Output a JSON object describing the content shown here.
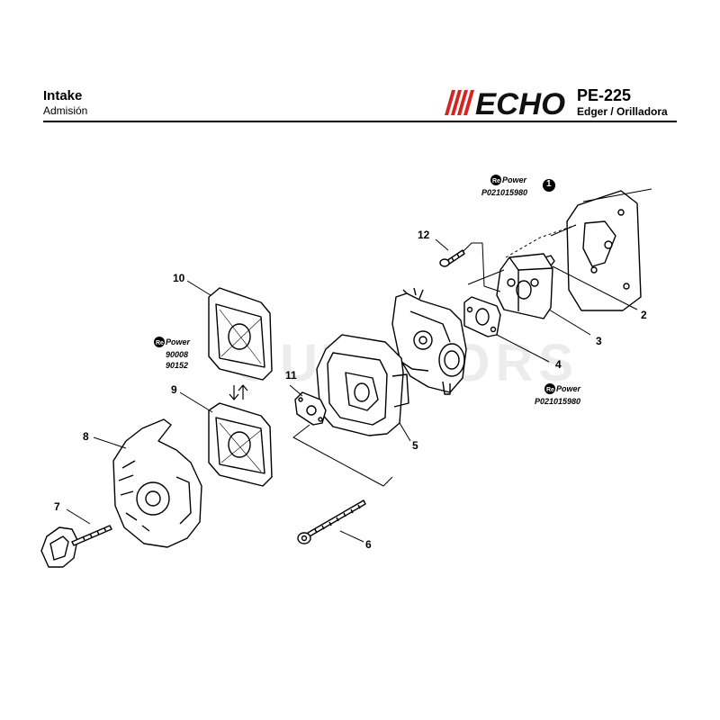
{
  "header": {
    "title": "Intake",
    "subtitle": "Admisión",
    "brand": "ECHO",
    "model": "PE-225",
    "description": "Edger / Orilladora"
  },
  "watermark": "OUTDOORS",
  "repower_badges": [
    {
      "label": "Power",
      "prefix": "Re",
      "part_numbers": [
        "P021015980"
      ]
    },
    {
      "label": "Power",
      "prefix": "Re",
      "part_numbers": [
        "90008",
        "90152"
      ]
    },
    {
      "label": "Power",
      "prefix": "Re",
      "part_numbers": [
        "P021015980"
      ]
    }
  ],
  "callouts": [
    "1",
    "2",
    "3",
    "4",
    "5",
    "6",
    "7",
    "8",
    "9",
    "10",
    "11",
    "12"
  ],
  "colors": {
    "brand_red": "#d8231f",
    "line": "#000000"
  }
}
